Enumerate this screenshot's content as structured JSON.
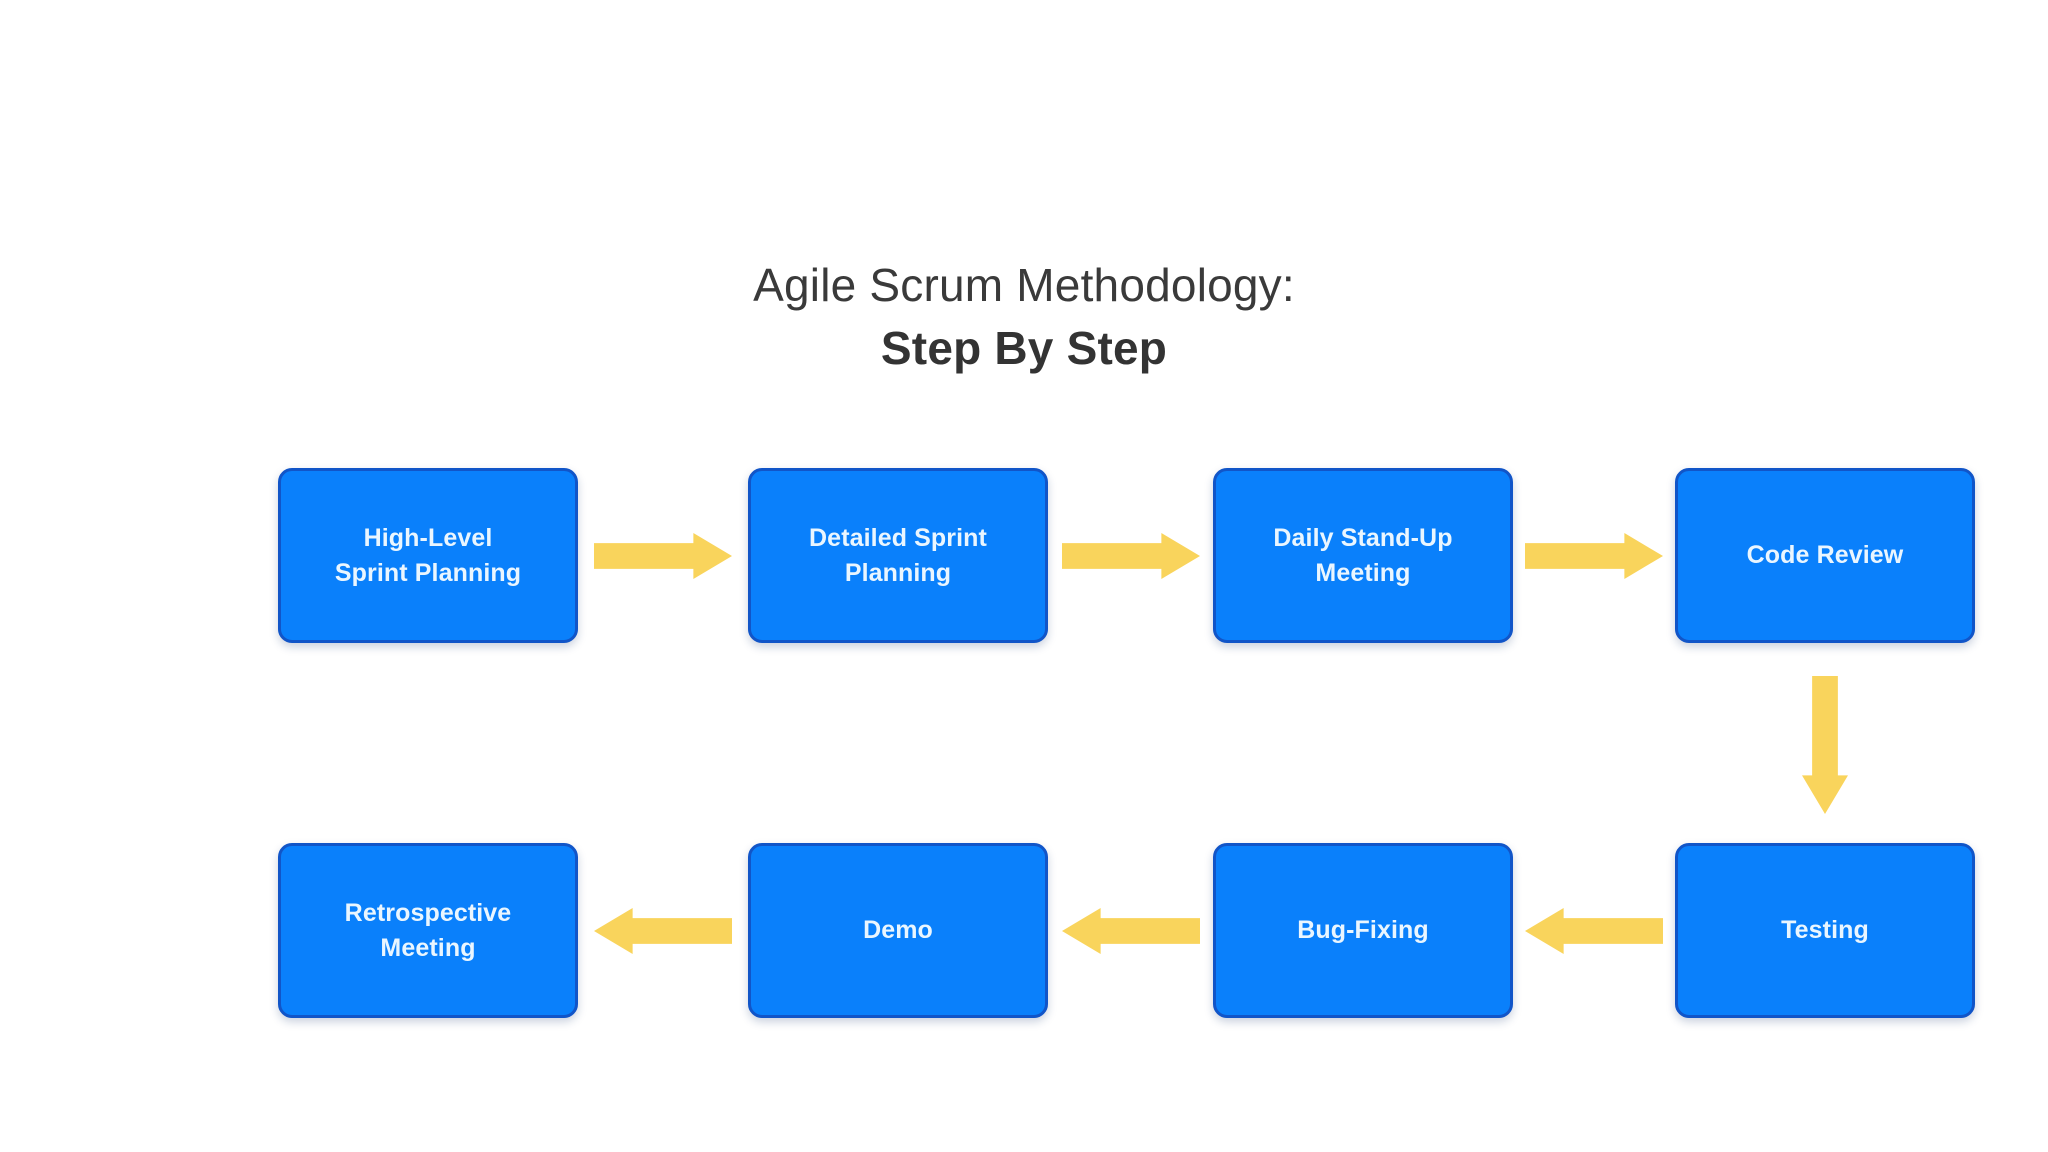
{
  "page": {
    "background_color": "#ffffff"
  },
  "title": {
    "line1": "Agile Scrum Methodology:",
    "line2": "Step By Step",
    "color": "#3a3a3a"
  },
  "theme": {
    "node_fill": "#0a80fb",
    "node_border": "#1155c8",
    "node_text": "#eaf6ff",
    "arrow_fill": "#f9d45c"
  },
  "flow": {
    "row_top": [
      {
        "id": "high-level-sprint-planning",
        "label": "High-Level\nSprint Planning"
      },
      {
        "id": "detailed-sprint-planning",
        "label": "Detailed Sprint\nPlanning"
      },
      {
        "id": "daily-stand-up-meeting",
        "label": "Daily Stand-Up\nMeeting"
      },
      {
        "id": "code-review",
        "label": "Code Review"
      }
    ],
    "row_bottom": [
      {
        "id": "retrospective-meeting",
        "label": "Retrospective\nMeeting"
      },
      {
        "id": "demo",
        "label": "Demo"
      },
      {
        "id": "bug-fixing",
        "label": "Bug-Fixing"
      },
      {
        "id": "testing",
        "label": "Testing"
      }
    ],
    "connectors": [
      {
        "id": "arrow-high-level-to-detailed",
        "direction": "right",
        "icon": "arrow-right-icon"
      },
      {
        "id": "arrow-detailed-to-standup",
        "direction": "right",
        "icon": "arrow-right-icon"
      },
      {
        "id": "arrow-standup-to-code-review",
        "direction": "right",
        "icon": "arrow-right-icon"
      },
      {
        "id": "arrow-code-review-to-testing",
        "direction": "down",
        "icon": "arrow-down-icon"
      },
      {
        "id": "arrow-testing-to-bug-fixing",
        "direction": "left",
        "icon": "arrow-left-icon"
      },
      {
        "id": "arrow-bug-fixing-to-demo",
        "direction": "left",
        "icon": "arrow-left-icon"
      },
      {
        "id": "arrow-demo-to-retrospective",
        "direction": "left",
        "icon": "arrow-left-icon"
      }
    ]
  }
}
